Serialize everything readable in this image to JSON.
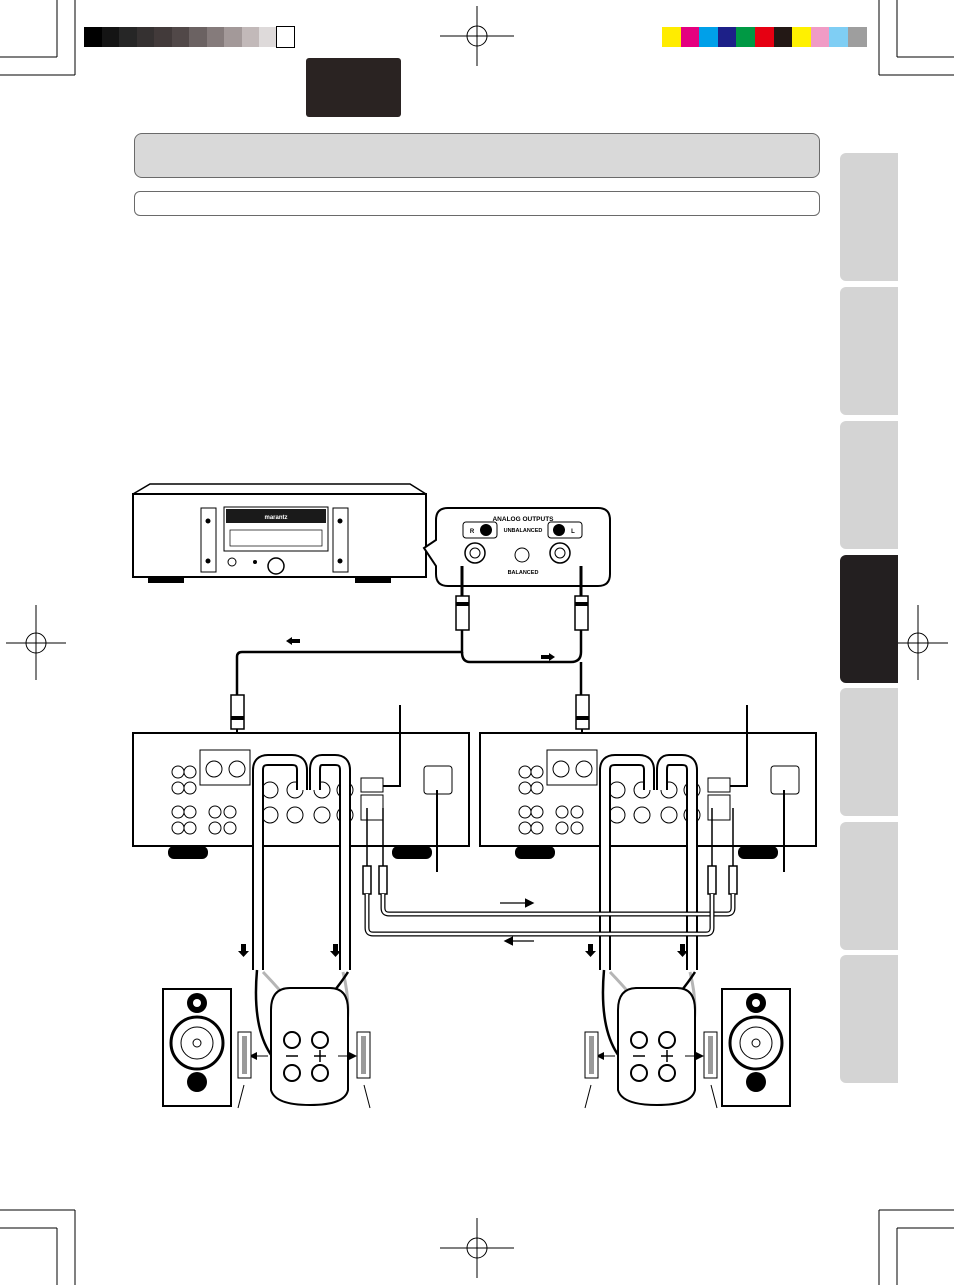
{
  "color_bar": {
    "gray_ramp": [
      "#000000",
      "#141414",
      "#262626",
      "#353131",
      "#423a3a",
      "#514848",
      "#6b6262",
      "#857b7b",
      "#a39999",
      "#c2b9b9",
      "#dedada",
      "#ffffff"
    ],
    "color_patches": [
      "#ffec00",
      "#e4007f",
      "#00a0e9",
      "#1d2088",
      "#009944",
      "#e60012",
      "#231815",
      "#fff100",
      "#f09bc5",
      "#7fcef4",
      "#9e9e9e"
    ]
  },
  "side_tabs": [
    {
      "active": false
    },
    {
      "active": false
    },
    {
      "active": false
    },
    {
      "active": true
    },
    {
      "active": false
    },
    {
      "active": false
    },
    {
      "active": false
    }
  ],
  "player": {
    "brand": "marantz"
  },
  "output_panel": {
    "title": "ANALOG OUTPUTS",
    "unbalanced_label": "UNBALANCED",
    "balanced_label": "BALANCED",
    "r_label": "R",
    "l_label": "L"
  },
  "colors": {
    "header_tab": "#2a2322",
    "title_bar": "#d9d9d9",
    "tab_inactive": "#d4d4d4",
    "tab_active": "#231f20",
    "speaker_cable_light": "#b5b5b5",
    "terminal_pad": "#9a9a9a"
  }
}
